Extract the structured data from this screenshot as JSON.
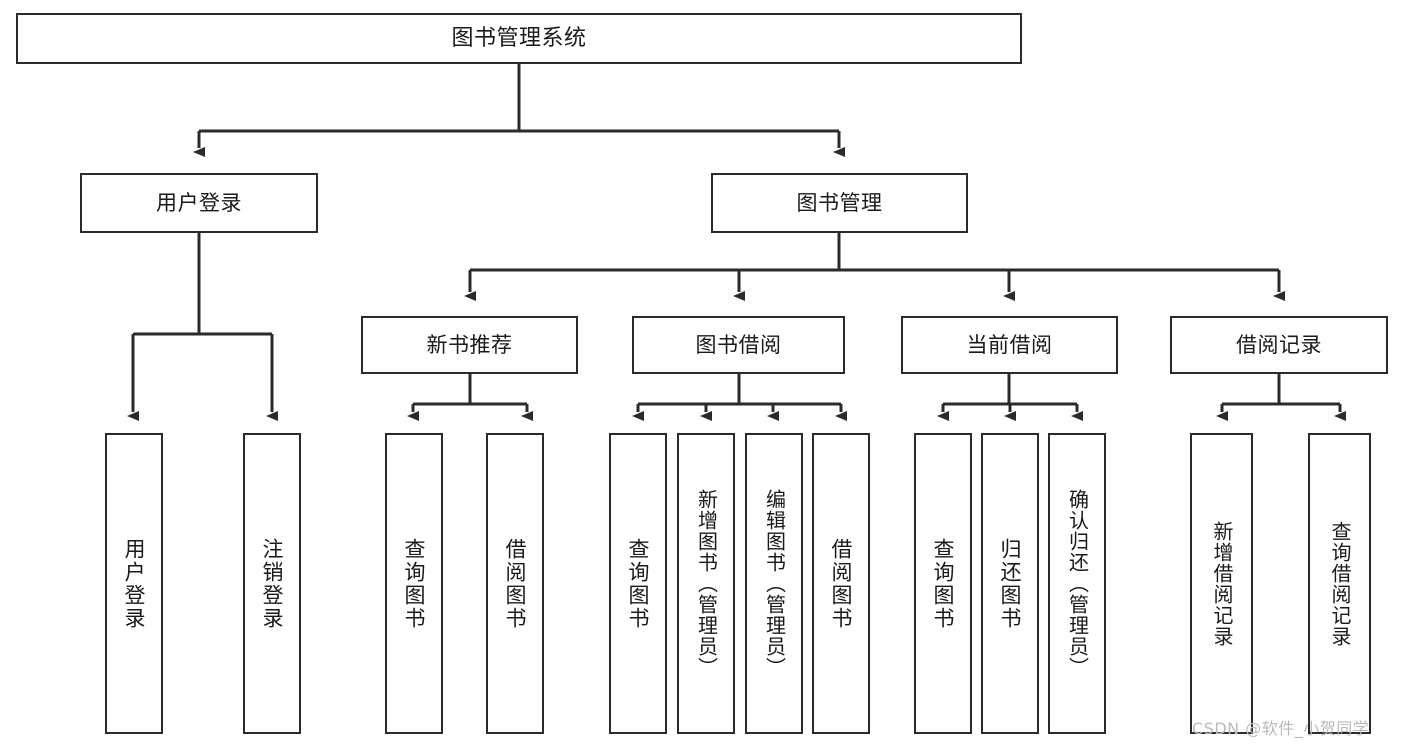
{
  "diagram": {
    "title": "图书管理系统",
    "type": "tree-hierarchy",
    "style": {
      "background": "#ffffff",
      "box_border": "#2b2b2b",
      "box_fill": "#ffffff",
      "connector": "#2b2b2b",
      "text": "#1a1a1a",
      "watermark": "#b9b9b9"
    },
    "nodes": {
      "root": {
        "label": "图书管理系统"
      },
      "level2": [
        {
          "id": "user-login",
          "label": "用户登录"
        },
        {
          "id": "book-manage",
          "label": "图书管理"
        }
      ],
      "level3": [
        {
          "id": "new-book-recommend",
          "label": "新书推荐"
        },
        {
          "id": "book-borrow",
          "label": "图书借阅"
        },
        {
          "id": "current-borrow",
          "label": "当前借阅"
        },
        {
          "id": "borrow-record",
          "label": "借阅记录"
        }
      ],
      "leaves": {
        "user-login": [
          {
            "id": "leaf-user-login",
            "label": "用户登录"
          },
          {
            "id": "leaf-logout",
            "label": "注销登录"
          }
        ],
        "new-book-recommend": [
          {
            "id": "leaf-query-book-1",
            "label": "查询图书"
          },
          {
            "id": "leaf-borrow-book-1",
            "label": "借阅图书"
          }
        ],
        "book-borrow": [
          {
            "id": "leaf-query-book-2",
            "label": "查询图书"
          },
          {
            "id": "leaf-add-book",
            "label": "新增图书（管理员）"
          },
          {
            "id": "leaf-edit-book",
            "label": "编辑图书（管理员）"
          },
          {
            "id": "leaf-borrow-book-2",
            "label": "借阅图书"
          }
        ],
        "current-borrow": [
          {
            "id": "leaf-query-book-3",
            "label": "查询图书"
          },
          {
            "id": "leaf-return-book",
            "label": "归还图书"
          },
          {
            "id": "leaf-confirm-return",
            "label": "确认归还（管理员）"
          }
        ],
        "borrow-record": [
          {
            "id": "leaf-add-record",
            "label": "新增借阅记录"
          },
          {
            "id": "leaf-query-record",
            "label": "查询借阅记录"
          }
        ]
      }
    },
    "watermark": "CSDN @软件_小贺同学"
  }
}
